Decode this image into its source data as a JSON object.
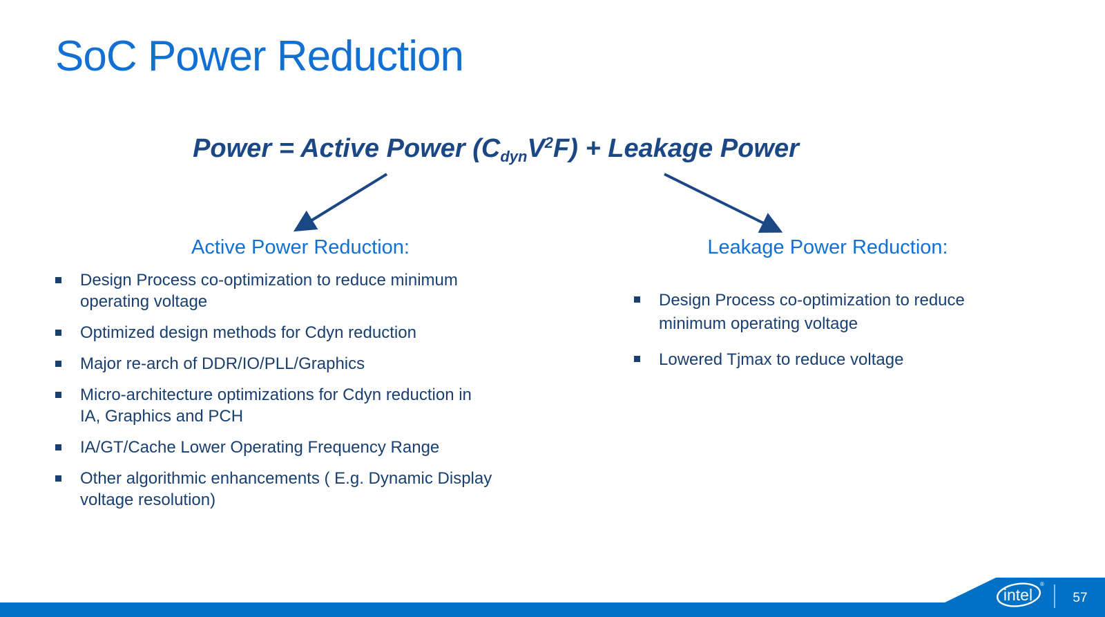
{
  "slide": {
    "title": "SoC Power Reduction",
    "formula": {
      "prefix": "Power = Active Power (C",
      "subscript": "dyn",
      "mid": "V",
      "superscript": "2",
      "suffix": "F) + Leakage Power"
    },
    "left_column": {
      "heading": "Active Power Reduction:",
      "bullets": [
        "Design Process co-optimization to reduce minimum\noperating voltage",
        "Optimized design methods for Cdyn reduction",
        "Major re-arch of DDR/IO/PLL/Graphics",
        "Micro-architecture optimizations for Cdyn reduction in\nIA, Graphics and PCH",
        "IA/GT/Cache Lower Operating Frequency Range",
        "Other algorithmic enhancements ( E.g. Dynamic Display\nvoltage resolution)"
      ]
    },
    "right_column": {
      "heading": "Leakage Power Reduction:",
      "bullets": [
        "Design Process co-optimization to reduce\nminimum operating voltage",
        "Lowered Tjmax to reduce voltage"
      ]
    },
    "footer": {
      "logo_text": "intel",
      "registered_mark": "®",
      "page_number": "57"
    },
    "colors": {
      "accent_blue": "#1270d2",
      "body_navy": "#193f70",
      "formula_navy": "#1b4885",
      "banner_blue": "#0071c5",
      "footer_text": "#ffffff"
    }
  }
}
